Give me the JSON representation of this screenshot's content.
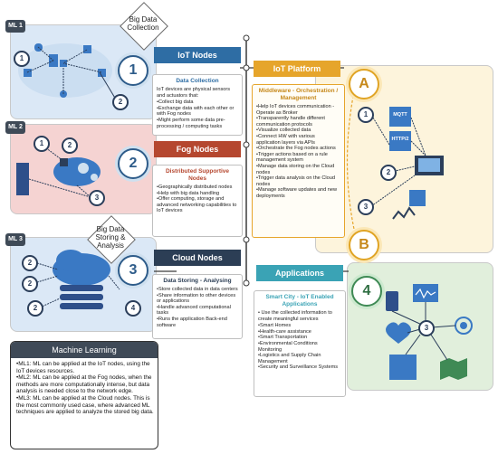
{
  "ml1": {
    "badge": "ML 1",
    "diamond": "Big Data\nCollection",
    "number": "1",
    "header": "IoT Nodes",
    "title": "Data Collection",
    "intro": "IoT devices are physical sensors and actuators that:",
    "bullets": [
      "Collect big data",
      "Exchange data with each other or with Fog nodes",
      "Might perform some data pre-processing / computing tasks"
    ]
  },
  "ml2": {
    "badge": "ML 2",
    "number": "2",
    "header": "Fog Nodes",
    "title": "Distributed Supportive Nodes",
    "bullets": [
      "Geographically distributed nodes",
      "Help with big data handling",
      "Offer computing, storage and advanced networking capabilities to IoT devices"
    ]
  },
  "ml3": {
    "badge": "ML 3",
    "diamond": "Big Data\nStoring &\nAnalysis",
    "number": "3",
    "header": "Cloud Nodes",
    "title": "Data Storing - Analysing",
    "bullets": [
      "Store collected data in data centers",
      "Share information to other devices or applications",
      "Handle advanced computational tasks",
      "Runs the application Back-end software"
    ]
  },
  "platform": {
    "header": "IoT Platform",
    "letter_a": "A",
    "letter_b": "B",
    "title": "Middleware - Orchestration / Management",
    "bullets": [
      "Help IoT devices communication - Operate as Broker",
      "Transparently handle different communication protocols",
      "Visualize collected data",
      "Connect HW with various application layers via APIs",
      "Orchestrate the Fog nodes actions",
      "Trigger actions based on a rule management system",
      "Manage data storing on the Cloud nodes",
      "Trigger data analysis on the Cloud nodes",
      "Manage software updates and new deployments"
    ],
    "protocol_1": "MQTT",
    "protocol_2": "HTTP/2"
  },
  "apps": {
    "header": "Applications",
    "number": "4",
    "title": "Smart City - IoT Enabled Applications",
    "intro": "Use the collected information to create meaningful services",
    "bullets": [
      "Smart Homes",
      "Health-care assistance",
      "Smart Transportation",
      "Environmental Conditions Monitoring",
      "Logistics and Supply Chain Management",
      "Security and Surveillance Systems"
    ]
  },
  "machine_learning": {
    "title": "Machine Learning",
    "items": [
      "ML1: ML can be applied at the IoT nodes, using the IoT devices resources.",
      "ML2: ML can be applied at the Fog nodes, when the methods are more computationally intense, but data analysis is needed close to the network edge.",
      "ML3: ML can be applied at the Cloud nodes. This is the most commonly used case, where advanced ML techniques are applied to analyze the stored big data."
    ]
  },
  "node_labels": [
    "1",
    "2",
    "3"
  ],
  "colors": {
    "blue_panel": "#dbe8f6",
    "pink_panel": "#f5d3d2",
    "yellow_panel": "#fdf4dc",
    "green_panel": "#e1efdc",
    "iot_header": "#2e6da4",
    "fog_header": "#b5472f",
    "cloud_header": "#2c3e55",
    "platform_header": "#e6a52b",
    "apps_header": "#3aa3b5"
  }
}
